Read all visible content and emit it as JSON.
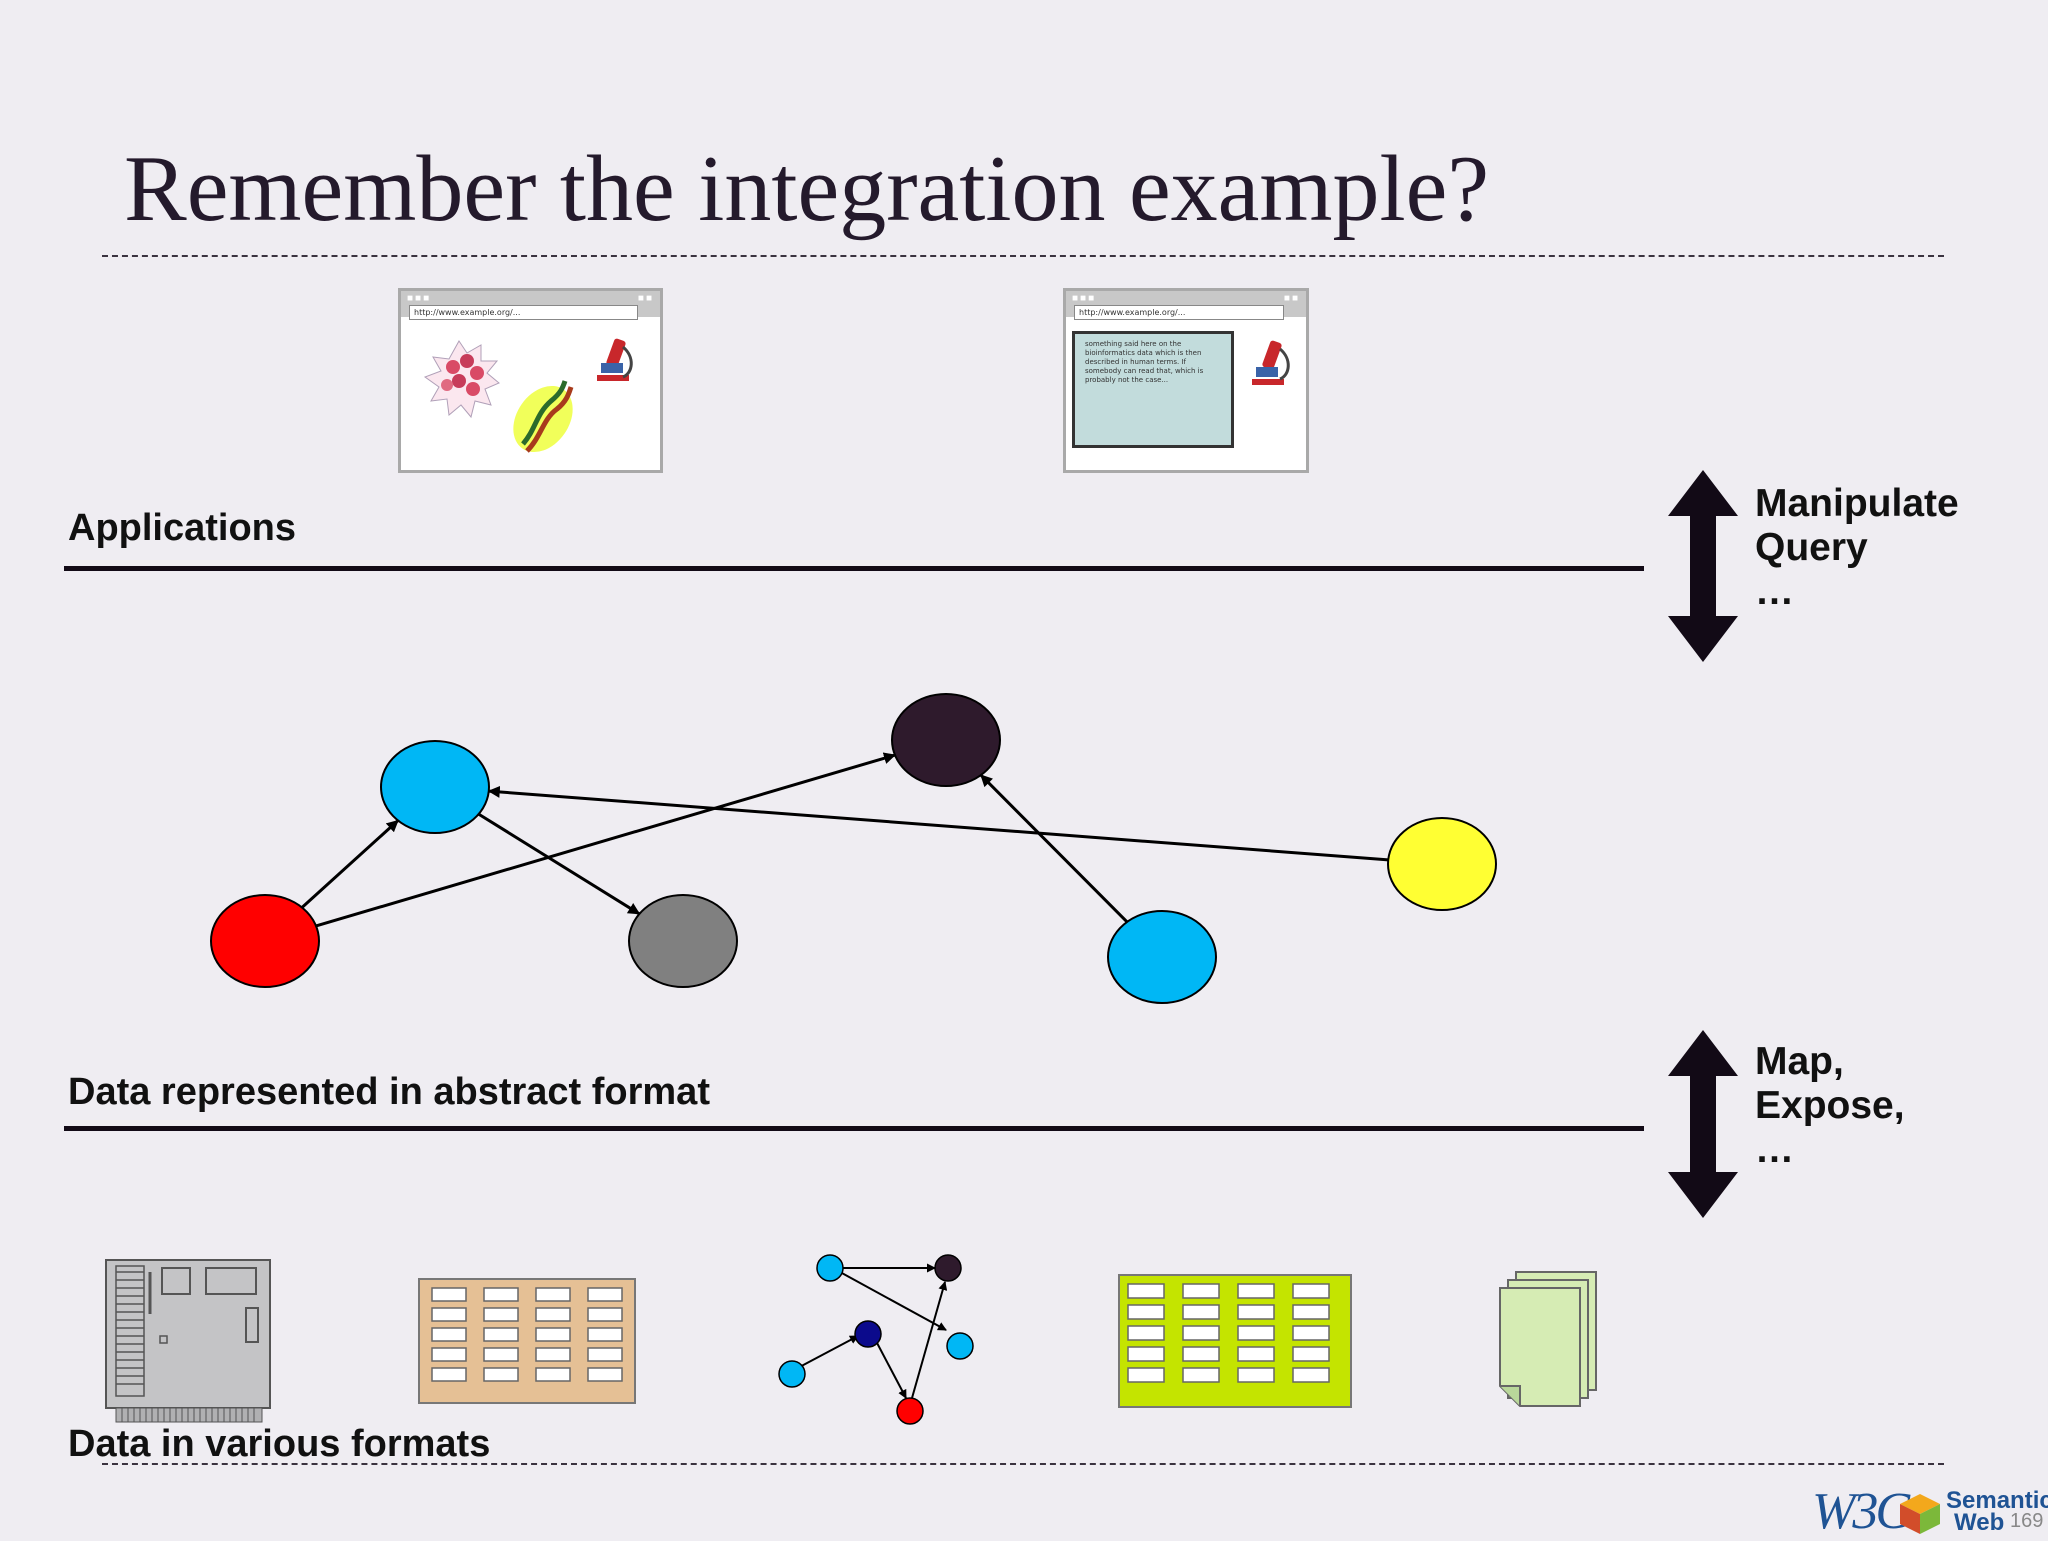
{
  "slide": {
    "title": "Remember the integration example?",
    "page_number": "169"
  },
  "layers": {
    "applications_label": "Applications",
    "abstract_label": "Data represented in abstract format",
    "formats_label": "Data in various formats"
  },
  "side_notes": {
    "top": [
      "Manipulate",
      "Query",
      "…"
    ],
    "bottom": [
      "Map,",
      "Expose,",
      "…"
    ]
  },
  "browser_windows": [
    {
      "url": "http://www.example.org/..."
    },
    {
      "url": "http://www.example.org/...",
      "note": "something said here on the bioinformatics data which is then described in human terms. If somebody can read that, which is probably not the case..."
    }
  ],
  "graph": {
    "nodes": [
      {
        "id": "red",
        "color": "#ff0000"
      },
      {
        "id": "blue-1",
        "color": "#00b7f5"
      },
      {
        "id": "gray",
        "color": "#808080"
      },
      {
        "id": "dark",
        "color": "#2e1a2c"
      },
      {
        "id": "blue-2",
        "color": "#00b7f5"
      },
      {
        "id": "yellow",
        "color": "#ffff33"
      }
    ],
    "edges": [
      {
        "from": "red",
        "to": "blue-1"
      },
      {
        "from": "red",
        "to": "dark"
      },
      {
        "from": "blue-1",
        "to": "gray"
      },
      {
        "from": "yellow",
        "to": "blue-1"
      },
      {
        "from": "blue-2",
        "to": "dark"
      }
    ]
  },
  "logo": {
    "org": "W3C",
    "line1": "Semantic",
    "line2": "Web"
  },
  "colors": {
    "table_tan": "#e5c095",
    "table_green": "#c4e400",
    "docs_green": "#d6ecb4",
    "arrow": "#120a16"
  }
}
